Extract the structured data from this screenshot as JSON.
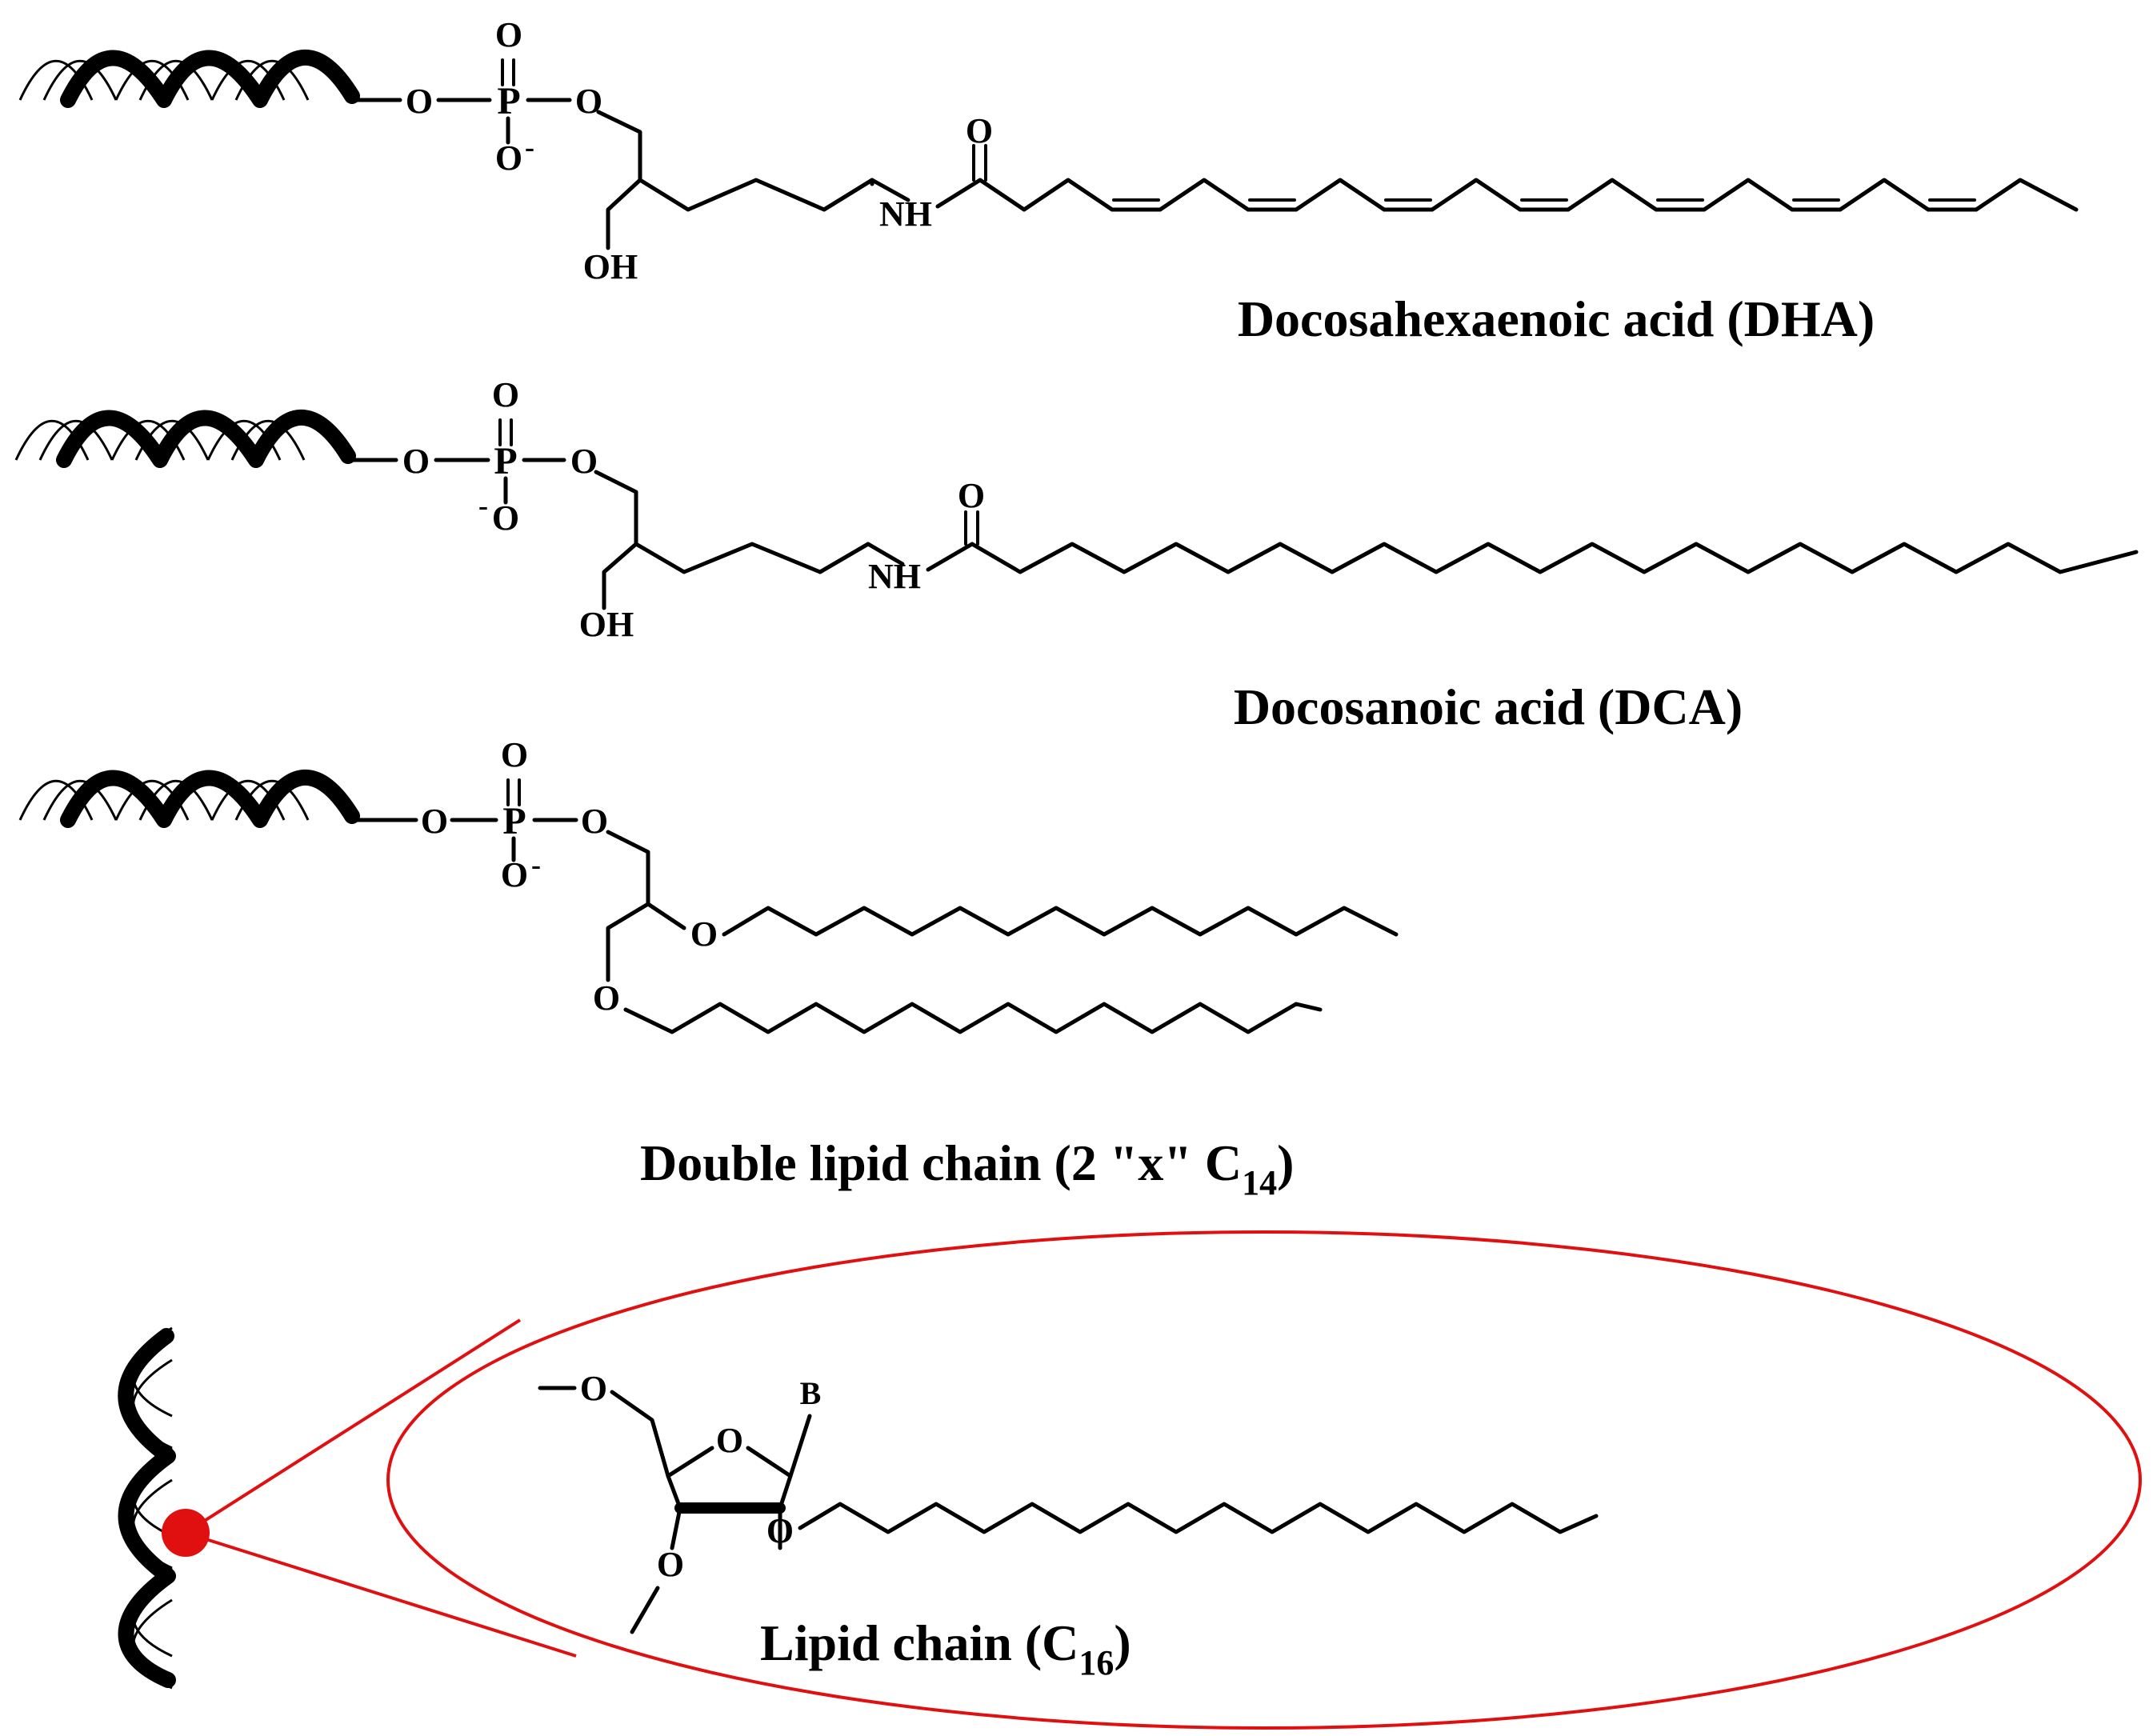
{
  "molecules": [
    {
      "id": "dha",
      "caption": "Docosahexaenoic acid (DHA)",
      "atoms": {
        "O": "O",
        "P": "P",
        "O_minus": "O",
        "minus": "-",
        "NH": "NH",
        "OH": "OH"
      }
    },
    {
      "id": "dca",
      "caption": "Docosanoic acid (DCA)",
      "atoms": {
        "O": "O",
        "P": "P",
        "O_minus": "O",
        "minus": "-",
        "NH": "NH",
        "OH": "OH"
      }
    },
    {
      "id": "double",
      "caption_main": "Double lipid chain  (2 \"x\" C",
      "caption_sub": "14",
      "caption_end": ")",
      "atoms": {
        "O": "O",
        "P": "P",
        "minus": "-"
      }
    }
  ],
  "inset": {
    "caption_main": "Lipid chain (C",
    "caption_sub": "16",
    "caption_end": ")",
    "atoms": {
      "O": "O",
      "B": "B"
    },
    "highlight_color": "#e01010"
  }
}
